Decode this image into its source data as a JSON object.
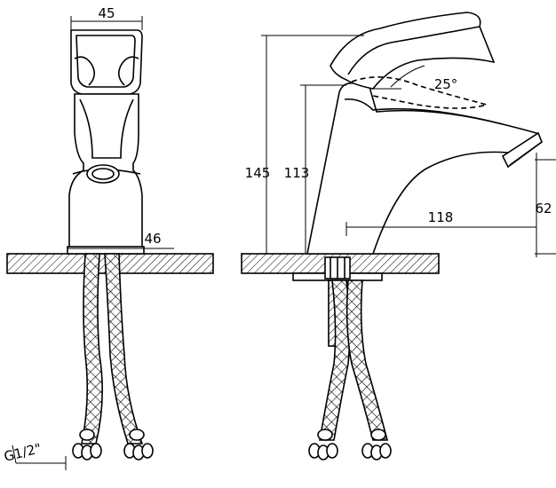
{
  "dimensions": {
    "top_width": "45",
    "base_width": "46",
    "total_height": "145",
    "spout_height": "113",
    "spout_reach": "118",
    "outlet_height": "62",
    "lever_angle": "25°",
    "thread": "G1/2\""
  }
}
